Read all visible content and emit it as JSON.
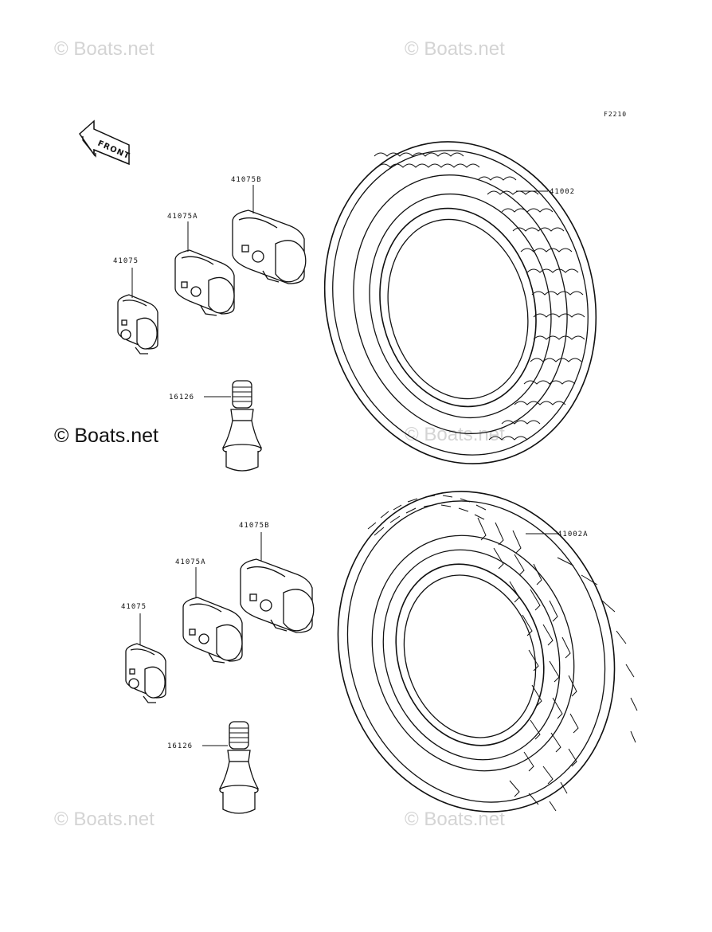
{
  "diagram": {
    "ref_code": "F2210",
    "front_label": "FRONT",
    "watermark": "© Boats.net",
    "upper_group": {
      "tire_label": "41002",
      "weight_large_label": "41075B",
      "weight_medium_label": "41075A",
      "weight_small_label": "41075",
      "valve_label": "16126"
    },
    "lower_group": {
      "tire_label": "41002A",
      "weight_large_label": "41075B",
      "weight_medium_label": "41075A",
      "weight_small_label": "41075",
      "valve_label": "16126"
    }
  }
}
